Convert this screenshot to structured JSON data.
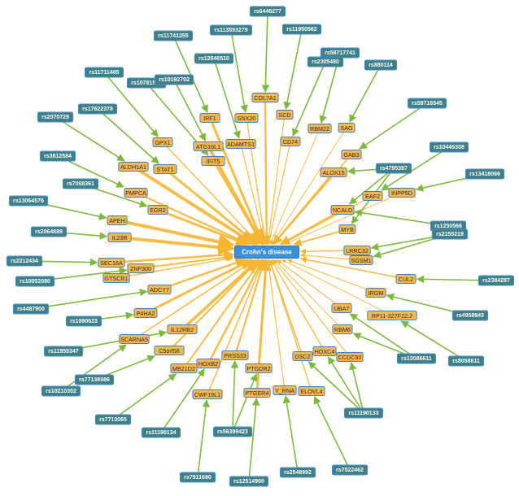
{
  "center": {
    "label": "Crohn's disease",
    "color": "#3a8fd6"
  },
  "colors": {
    "snp_fill": "#3f7f86",
    "snp_border": "#4a8fd6",
    "gene_fill": "#f5b84e",
    "gene_border": "#3f7fd0",
    "snp_edge": "#7cba3c",
    "gene_edge": "#f5b531"
  },
  "genes": [
    {
      "id": "g_col7a1",
      "label": "COL7A1"
    },
    {
      "id": "g_irf1",
      "label": "IRF1"
    },
    {
      "id": "g_snx20",
      "label": "SNX20"
    },
    {
      "id": "g_scd",
      "label": "SCD"
    },
    {
      "id": "g_rbm22",
      "label": "RBM22"
    },
    {
      "id": "g_sag",
      "label": "SAG"
    },
    {
      "id": "g_gpx1",
      "label": "GPX1"
    },
    {
      "id": "g_atg16l1",
      "label": "ATG16L1"
    },
    {
      "id": "g_adamts1",
      "label": "ADAMTS1"
    },
    {
      "id": "g_cd74",
      "label": "CD74"
    },
    {
      "id": "g_aldh1a1",
      "label": "ALDH1A1"
    },
    {
      "id": "g_stat1",
      "label": "STAT1"
    },
    {
      "id": "g_ifit5",
      "label": "IFIT5"
    },
    {
      "id": "g_gab3",
      "label": "GAB3"
    },
    {
      "id": "g_alox15",
      "label": "ALOX15"
    },
    {
      "id": "g_pmpca",
      "label": "PMPCA"
    },
    {
      "id": "g_eaf2",
      "label": "EAF2"
    },
    {
      "id": "g_inpp5d",
      "label": "INPP5D"
    },
    {
      "id": "g_egr2",
      "label": "EGR2"
    },
    {
      "id": "g_ncald",
      "label": "NCALD"
    },
    {
      "id": "g_apeh",
      "label": "APEH"
    },
    {
      "id": "g_myb",
      "label": "MYB"
    },
    {
      "id": "g_il23r",
      "label": "IL23R"
    },
    {
      "id": "g_lrrc32",
      "label": "LRRC32"
    },
    {
      "id": "g_sgsm1",
      "label": "SGSM1"
    },
    {
      "id": "g_sec16a",
      "label": "SEC16A"
    },
    {
      "id": "g_znf300",
      "label": "ZNF300"
    },
    {
      "id": "g_gtscr1",
      "label": "GTSCR1"
    },
    {
      "id": "g_cul2",
      "label": "CUL2"
    },
    {
      "id": "g_adcy7",
      "label": "ADCY7"
    },
    {
      "id": "g_irgm",
      "label": "IRGM"
    },
    {
      "id": "g_p4ha2",
      "label": "P4HA2"
    },
    {
      "id": "g_uba7",
      "label": "UBA7"
    },
    {
      "id": "g_rp11",
      "label": "RP11-327F22.2"
    },
    {
      "id": "g_scarna5",
      "label": "SCARNA5"
    },
    {
      "id": "g_il12rb2",
      "label": "IL12RB2"
    },
    {
      "id": "g_rbm6",
      "label": "RBM6"
    },
    {
      "id": "g_c5orf56",
      "label": "C5orf56"
    },
    {
      "id": "g_hoxc4",
      "label": "HOXC4"
    },
    {
      "id": "g_dsc2",
      "label": "DSC2"
    },
    {
      "id": "g_ccdc50",
      "label": "CCDC50"
    },
    {
      "id": "g_mb21d2",
      "label": "MB21D2"
    },
    {
      "id": "g_hoxb2",
      "label": "HOXB2"
    },
    {
      "id": "g_prss33",
      "label": "PRSS33"
    },
    {
      "id": "g_ptgdr2",
      "label": "PTGDR2"
    },
    {
      "id": "g_cwf19l1",
      "label": "CWF19L1"
    },
    {
      "id": "g_ptger4",
      "label": "PTGER4"
    },
    {
      "id": "g_yrna",
      "label": "Y_RNA"
    },
    {
      "id": "g_elovl4",
      "label": "ELOVL4"
    }
  ],
  "snps": [
    {
      "id": "s1",
      "label": "rs6446277"
    },
    {
      "id": "s2",
      "label": "rs11741255"
    },
    {
      "id": "s3",
      "label": "rs113593279"
    },
    {
      "id": "s4",
      "label": "rs11950562"
    },
    {
      "id": "s5",
      "label": "rs12946510"
    },
    {
      "id": "s6",
      "label": "rs58717741"
    },
    {
      "id": "s7",
      "label": "rs2305480"
    },
    {
      "id": "s8",
      "label": "rs880114"
    },
    {
      "id": "s9",
      "label": "rs11711485"
    },
    {
      "id": "s10",
      "label": "rs10781543"
    },
    {
      "id": "s11",
      "label": "rs10192702"
    },
    {
      "id": "s12",
      "label": "rs59716545"
    },
    {
      "id": "s13",
      "label": "rs17622378"
    },
    {
      "id": "s14",
      "label": "rs2070729"
    },
    {
      "id": "s15",
      "label": "rs10445308"
    },
    {
      "id": "s16",
      "label": "rs4795397"
    },
    {
      "id": "s17",
      "label": "rs13418066"
    },
    {
      "id": "s18",
      "label": "rs3812584"
    },
    {
      "id": "s19",
      "label": "rs7068361"
    },
    {
      "id": "s20",
      "label": "rs13064576"
    },
    {
      "id": "s21",
      "label": "rs1250566"
    },
    {
      "id": "s22",
      "label": "rs2155219"
    },
    {
      "id": "s23",
      "label": "rs2064689"
    },
    {
      "id": "s24",
      "label": "rs2212434"
    },
    {
      "id": "s25",
      "label": "rs10052080"
    },
    {
      "id": "s26",
      "label": "rs2384287"
    },
    {
      "id": "s27",
      "label": "rs4487900"
    },
    {
      "id": "s28",
      "label": "rs4958843"
    },
    {
      "id": "s29",
      "label": "rs1990623"
    },
    {
      "id": "s30",
      "label": "rs8058611"
    },
    {
      "id": "s31",
      "label": "rs11955347"
    },
    {
      "id": "s32",
      "label": "rs13086611"
    },
    {
      "id": "s33",
      "label": "rs77138986"
    },
    {
      "id": "s34",
      "label": "rs10210302"
    },
    {
      "id": "s35",
      "label": "rs11190133"
    },
    {
      "id": "s36",
      "label": "rs7713065"
    },
    {
      "id": "s37",
      "label": "rs11190134"
    },
    {
      "id": "s38",
      "label": "rs56399423"
    },
    {
      "id": "s39",
      "label": "rs7911680"
    },
    {
      "id": "s40",
      "label": "rs2548992"
    },
    {
      "id": "s41",
      "label": "rs7522462"
    },
    {
      "id": "s42",
      "label": "rs12514900"
    }
  ],
  "gene_edges": [
    [
      "g_col7a1",
      2.4
    ],
    [
      "g_irf1",
      3
    ],
    [
      "g_snx20",
      1.4
    ],
    [
      "g_scd",
      1.2
    ],
    [
      "g_rbm22",
      1
    ],
    [
      "g_sag",
      1
    ],
    [
      "g_gpx1",
      1.4
    ],
    [
      "g_atg16l1",
      4
    ],
    [
      "g_adamts1",
      1.2
    ],
    [
      "g_cd74",
      1.2
    ],
    [
      "g_aldh1a1",
      4
    ],
    [
      "g_stat1",
      3
    ],
    [
      "g_ifit5",
      2
    ],
    [
      "g_gab3",
      1.4
    ],
    [
      "g_alox15",
      2.5
    ],
    [
      "g_pmpca",
      2.2
    ],
    [
      "g_eaf2",
      1.2
    ],
    [
      "g_inpp5d",
      1
    ],
    [
      "g_egr2",
      3
    ],
    [
      "g_ncald",
      2.5
    ],
    [
      "g_apeh",
      4
    ],
    [
      "g_myb",
      2
    ],
    [
      "g_il23r",
      4
    ],
    [
      "g_lrrc32",
      1.4
    ],
    [
      "g_sgsm1",
      1.2
    ],
    [
      "g_sec16a",
      2.5
    ],
    [
      "g_znf300",
      2
    ],
    [
      "g_gtscr1",
      1.4
    ],
    [
      "g_cul2",
      1.6
    ],
    [
      "g_adcy7",
      2.5
    ],
    [
      "g_irgm",
      1.2
    ],
    [
      "g_p4ha2",
      3
    ],
    [
      "g_uba7",
      1.2
    ],
    [
      "g_rp11",
      1
    ],
    [
      "g_scarna5",
      1.6
    ],
    [
      "g_il12rb2",
      3.5
    ],
    [
      "g_rbm6",
      1
    ],
    [
      "g_c5orf56",
      2
    ],
    [
      "g_hoxc4",
      1.4
    ],
    [
      "g_dsc2",
      1.6
    ],
    [
      "g_ccdc50",
      1.2
    ],
    [
      "g_mb21d2",
      2
    ],
    [
      "g_hoxb2",
      2.5
    ],
    [
      "g_prss33",
      2.2
    ],
    [
      "g_ptgdr2",
      1.4
    ],
    [
      "g_cwf19l1",
      1.6
    ],
    [
      "g_ptger4",
      3
    ],
    [
      "g_yrna",
      1.2
    ],
    [
      "g_elovl4",
      1.4
    ]
  ],
  "snp_edges": [
    [
      "s1",
      "g_col7a1"
    ],
    [
      "s2",
      "g_irf1"
    ],
    [
      "s3",
      "g_snx20"
    ],
    [
      "s4",
      "g_scd"
    ],
    [
      "s5",
      "g_adamts1"
    ],
    [
      "s6",
      "g_rbm22"
    ],
    [
      "s7",
      "g_cd74"
    ],
    [
      "s8",
      "g_sag"
    ],
    [
      "s9",
      "g_gpx1"
    ],
    [
      "s10",
      "g_ifit5"
    ],
    [
      "s11",
      "g_atg16l1"
    ],
    [
      "s12",
      "g_gab3"
    ],
    [
      "s13",
      "g_stat1"
    ],
    [
      "s14",
      "g_aldh1a1"
    ],
    [
      "s15",
      "g_eaf2"
    ],
    [
      "s16",
      "g_alox15"
    ],
    [
      "s16",
      "g_ncald"
    ],
    [
      "s16",
      "g_myb"
    ],
    [
      "s17",
      "g_inpp5d"
    ],
    [
      "s18",
      "g_pmpca"
    ],
    [
      "s19",
      "g_egr2"
    ],
    [
      "s20",
      "g_apeh"
    ],
    [
      "s21",
      "g_ncald"
    ],
    [
      "s22",
      "g_lrrc32"
    ],
    [
      "s22",
      "g_sgsm1"
    ],
    [
      "s23",
      "g_il23r"
    ],
    [
      "s24",
      "g_sec16a"
    ],
    [
      "s25",
      "g_znf300"
    ],
    [
      "s26",
      "g_cul2"
    ],
    [
      "s27",
      "g_adcy7"
    ],
    [
      "s28",
      "g_irgm"
    ],
    [
      "s29",
      "g_p4ha2"
    ],
    [
      "s30",
      "g_rp11"
    ],
    [
      "s31",
      "g_il12rb2"
    ],
    [
      "s32",
      "g_uba7"
    ],
    [
      "s32",
      "g_rbm6"
    ],
    [
      "s33",
      "g_c5orf56"
    ],
    [
      "s34",
      "g_scarna5"
    ],
    [
      "s35",
      "g_hoxc4"
    ],
    [
      "s35",
      "g_dsc2"
    ],
    [
      "s35",
      "g_ccdc50"
    ],
    [
      "s36",
      "g_mb21d2"
    ],
    [
      "s37",
      "g_hoxb2"
    ],
    [
      "s38",
      "g_prss33"
    ],
    [
      "s38",
      "g_ptgdr2"
    ],
    [
      "s39",
      "g_cwf19l1"
    ],
    [
      "s40",
      "g_yrna"
    ],
    [
      "s41",
      "g_elovl4"
    ],
    [
      "s42",
      "g_ptger4"
    ]
  ]
}
